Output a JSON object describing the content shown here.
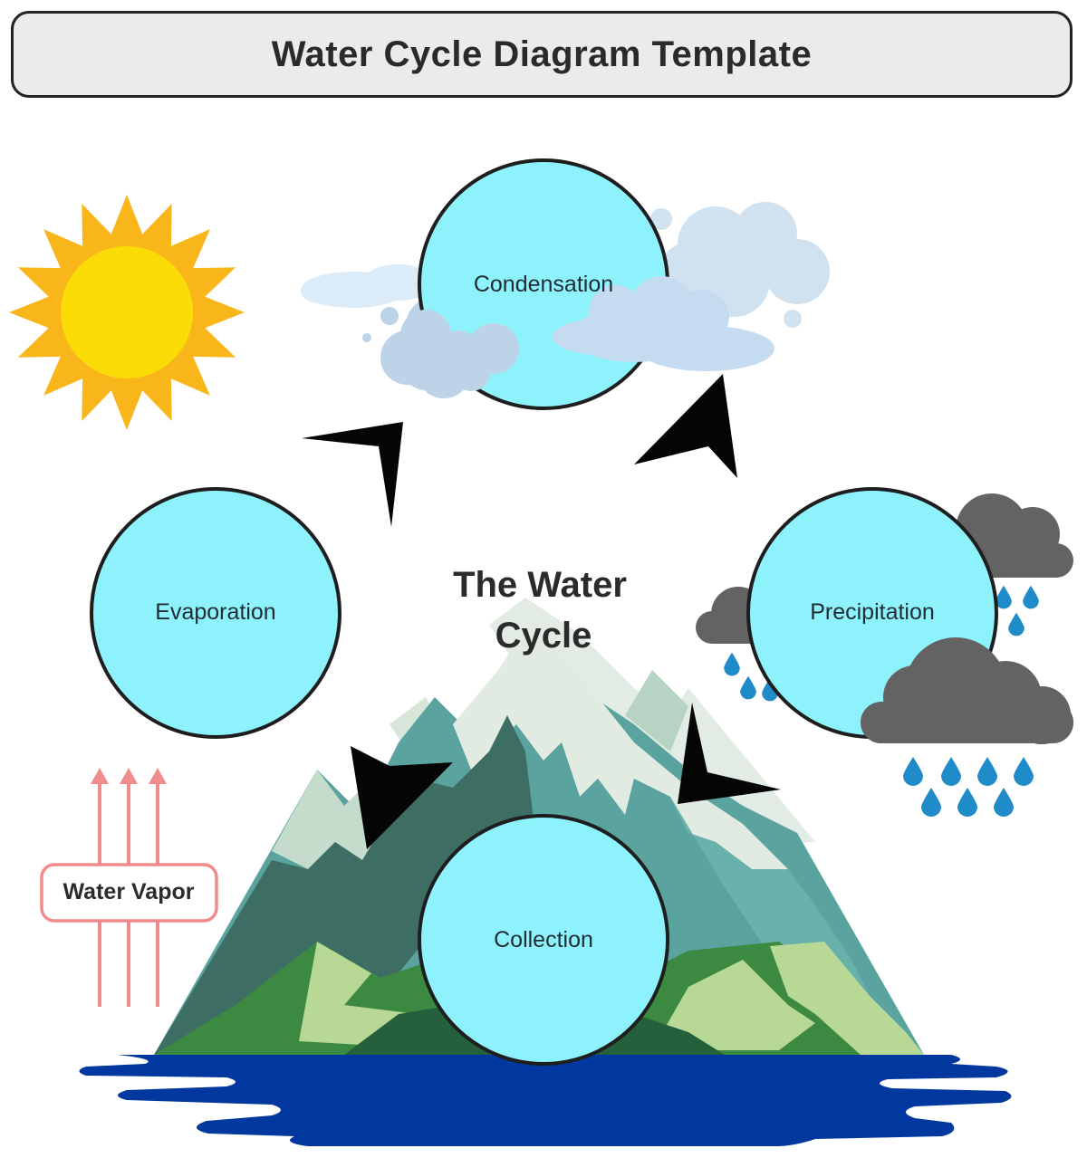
{
  "title": "Water Cycle Diagram Template",
  "center_label": [
    "The Water",
    "Cycle"
  ],
  "stages": {
    "condensation": "Condensation",
    "precipitation": "Precipitation",
    "collection": "Collection",
    "evaporation": "Evaporation"
  },
  "vapor_label": "Water Vapor",
  "colors": {
    "stage_fill": "#8ef2fd",
    "stage_stroke": "#1e1e1e",
    "sun_rays": "#f9b61b",
    "sun_core": "#fbdc06",
    "vapor_arrows": "#f28c8c",
    "water": "#0038a0",
    "rain_cloud": "#666666",
    "raindrop": "#1f8bc9",
    "white_cloud": "#d6e6f4"
  }
}
